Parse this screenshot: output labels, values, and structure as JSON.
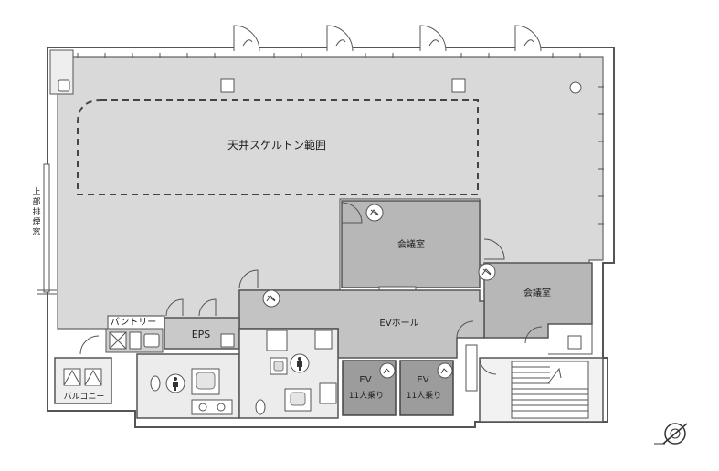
{
  "labels": {
    "ceiling_skeleton": "天井スケルトン範囲",
    "meeting_room_1": "会議室",
    "meeting_room_2": "会議室",
    "ev_hall": "EVホール",
    "eps": "EPS",
    "pantry": "パントリー",
    "balcony": "バルコニー",
    "ev_1": "EV",
    "ev_1_capacity": "11人乗り",
    "ev_2": "EV",
    "ev_2_capacity": "11人乗り",
    "exhaust_vertical": [
      "上",
      "部",
      "排",
      "煙",
      "窓"
    ]
  },
  "colors": {
    "office_fill": "#d9d9d9",
    "room_fill": "#b7b7b7",
    "ev_fill": "#9c9c9c",
    "wall": "#555555",
    "background": "#ffffff"
  },
  "icons": [
    "sprinkler-icon",
    "restroom-icon",
    "compass-icon",
    "window-door-icon",
    "stair-icon"
  ]
}
